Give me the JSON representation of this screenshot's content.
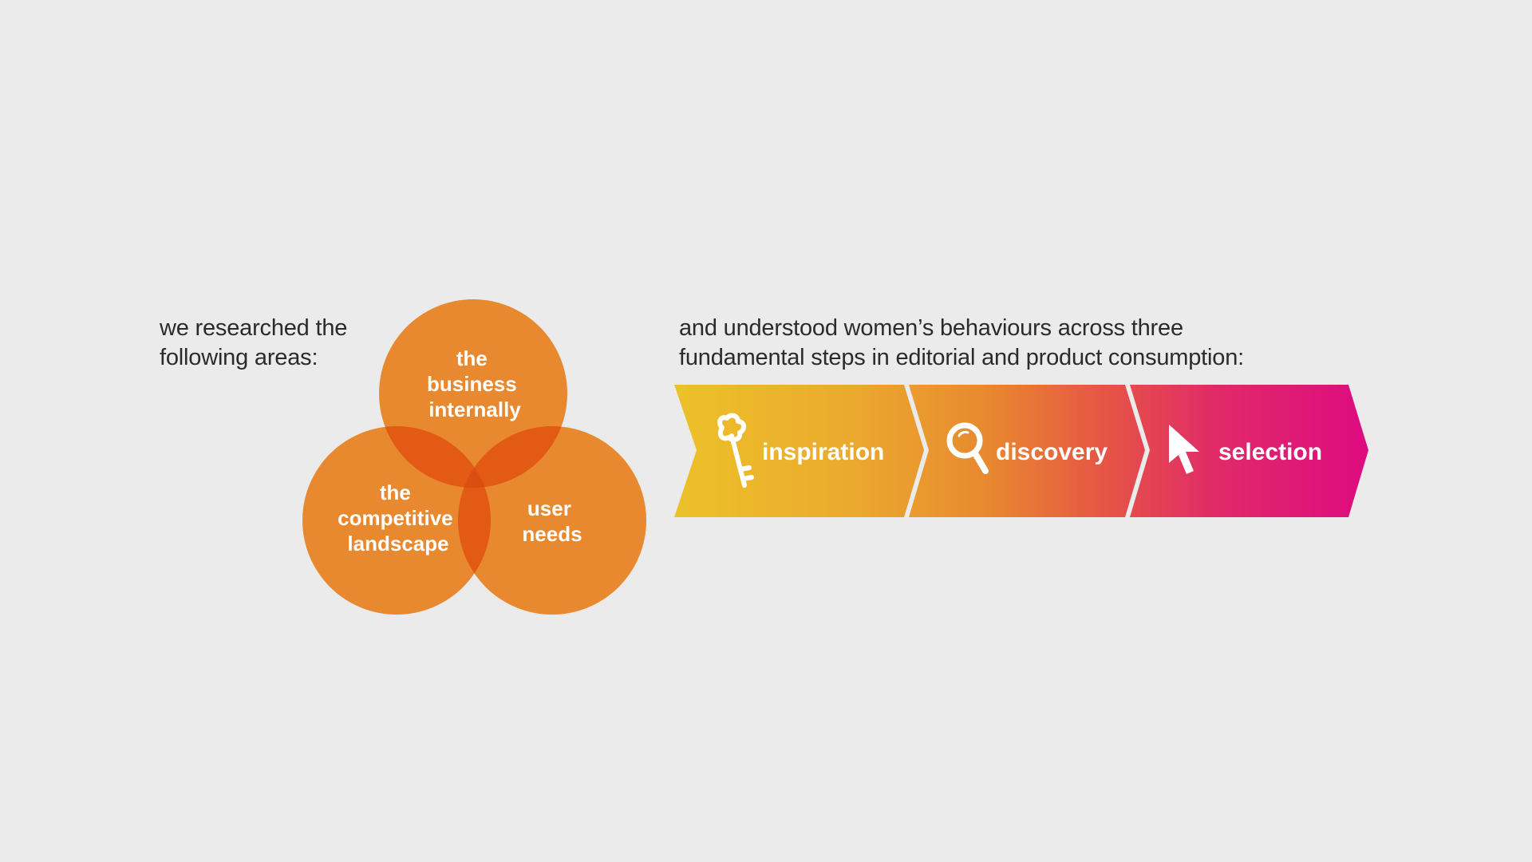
{
  "left_intro": {
    "line1": "we researched the",
    "line2": "following areas:"
  },
  "right_intro": {
    "line1": "and understood women’s behaviours across three",
    "line2": "fundamental steps in editorial and product consumption:"
  },
  "venn": {
    "circles": [
      {
        "id": "business",
        "lines": [
          "the",
          "business",
          "internally"
        ]
      },
      {
        "id": "competitive",
        "lines": [
          "the",
          "competitive",
          "landscape"
        ]
      },
      {
        "id": "user",
        "lines": [
          "user",
          "needs"
        ]
      }
    ],
    "circle_color": "#e8892f",
    "overlap_color": "#e25a14"
  },
  "steps": [
    {
      "label": "inspiration",
      "icon": "key-icon"
    },
    {
      "label": "discovery",
      "icon": "magnifier-icon"
    },
    {
      "label": "selection",
      "icon": "cursor-arrow-icon"
    }
  ],
  "colors": {
    "background": "#ebebeb",
    "gradient_start": "#ecc129",
    "gradient_mid": "#e8862f",
    "gradient_end": "#de0b80"
  }
}
